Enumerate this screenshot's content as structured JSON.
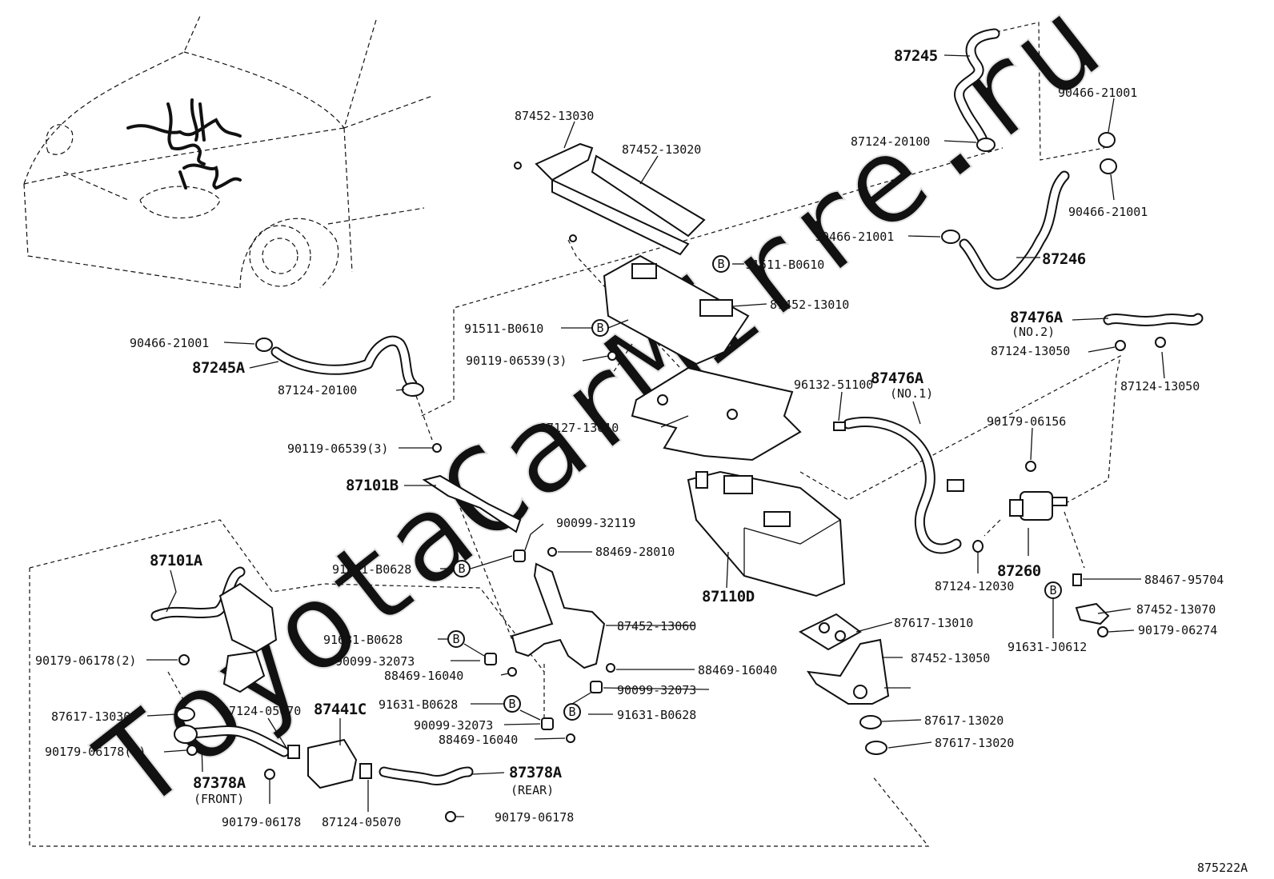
{
  "watermark": "ToyotaCarMirre.ru",
  "figure_code": "875222A",
  "labels": {
    "p87245": "87245",
    "p87245A": "87245A",
    "p87246": "87246",
    "p87476A_1": "87476A",
    "p87476A_1_note": "(NO.1)",
    "p87476A_2": "87476A",
    "p87476A_2_note": "(NO.2)",
    "p87101A": "87101A",
    "p87101B": "87101B",
    "p87110D": "87110D",
    "p87260": "87260",
    "p87441C": "87441C",
    "p87378A_front": "87378A",
    "p87378A_front_note": "(FRONT)",
    "p87378A_rear": "87378A",
    "p87378A_rear_note": "(REAR)",
    "l87452_13030": "87452-13030",
    "l87452_13020": "87452-13020",
    "l87124_20100_top": "87124-20100",
    "l90466_21001_r1": "90466-21001",
    "l90466_21001_r2": "90466-21001",
    "l90466_21001_mid": "90466-21001",
    "l90466_21001_left": "90466-21001",
    "l91511_B0610_a": "91511-B0610",
    "l91511_B0610_b": "91511-B0610",
    "l87452_13010": "87452-13010",
    "l90119_06539_a": "90119-06539(3)",
    "l90119_06539_b": "90119-06539(3)",
    "l87124_20100_left": "87124-20100",
    "l87124_13050_a": "87124-13050",
    "l87124_13050_b": "87124-13050",
    "l96132_51100": "96132-51100",
    "l87127_13010": "87127-13010",
    "l90179_06156": "90179-06156",
    "l90099_32119": "90099-32119",
    "l88469_28010": "88469-28010",
    "l91631_B0628_a": "91631-B0628",
    "l91631_B0628_b": "91631-B0628",
    "l91631_B0628_c": "91631-B0628",
    "l91631_B0628_d": "91631-B0628",
    "l88467_95704": "88467-95704",
    "l87124_12030": "87124-12030",
    "l87452_13070": "87452-13070",
    "l87452_13060": "87452-13060",
    "l90179_06274": "90179-06274",
    "l91631_J0612": "91631-J0612",
    "l87617_13010": "87617-13010",
    "l90179_06178_2a": "90179-06178(2)",
    "l90179_06178_2b": "90179-06178(2)",
    "l90099_32073_a": "90099-32073",
    "l90099_32073_b": "90099-32073",
    "l90099_32073_c": "90099-32073",
    "l88469_16040_a": "88469-16040",
    "l88469_16040_b": "88469-16040",
    "l88469_16040_c": "88469-16040",
    "l87452_13050": "87452-13050",
    "l87617_13030": "87617-13030",
    "l87124_05070_a": "87124-05070",
    "l87124_05070_b": "87124-05070",
    "l87617_13020_a": "87617-13020",
    "l87617_13020_b": "87617-13020",
    "l90179_06178_a": "90179-06178",
    "l90179_06178_b": "90179-06178",
    "badge": "B"
  }
}
